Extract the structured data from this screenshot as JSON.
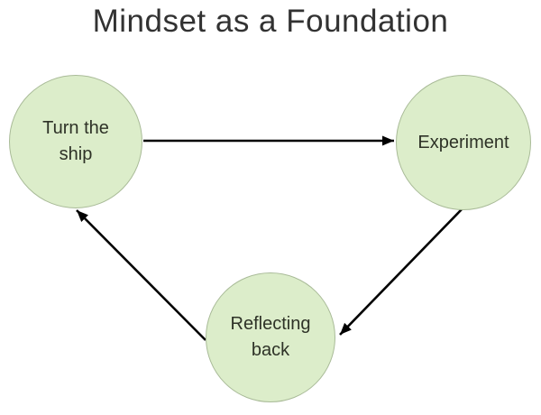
{
  "page": {
    "title": "Mindset as a Foundation",
    "background_color": "#ffffff",
    "title_color": "#323232"
  },
  "diagram": {
    "type": "cycle-diagram",
    "nodes": [
      {
        "id": "turn-the-ship",
        "label": "Turn the\nship",
        "shape": "circle",
        "fill": "#dcedca",
        "stroke": "#a9bb98",
        "text_color": "#2e3227"
      },
      {
        "id": "experiment",
        "label": "Experiment",
        "shape": "circle",
        "fill": "#dcedca",
        "stroke": "#a9bb98",
        "text_color": "#2e3227"
      },
      {
        "id": "reflecting-back",
        "label": "Reflecting\nback",
        "shape": "circle",
        "fill": "#dcedca",
        "stroke": "#a9bb98",
        "text_color": "#2e3227"
      }
    ],
    "edges": [
      {
        "from": "turn-the-ship",
        "to": "experiment",
        "style": "arrow"
      },
      {
        "from": "experiment",
        "to": "reflecting-back",
        "style": "arrow"
      },
      {
        "from": "reflecting-back",
        "to": "turn-the-ship",
        "style": "arrow"
      }
    ],
    "arrow_color": "#000000"
  }
}
